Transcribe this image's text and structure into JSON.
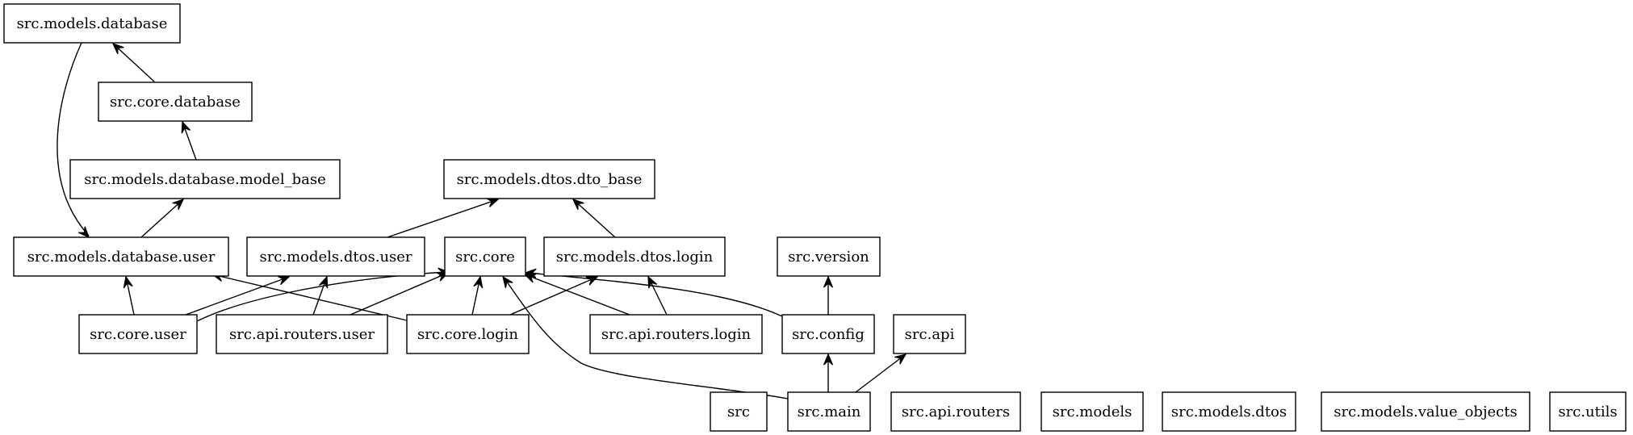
{
  "graph": {
    "nodes": [
      {
        "id": "src.models.database",
        "label": "src.models.database"
      },
      {
        "id": "src.core.database",
        "label": "src.core.database"
      },
      {
        "id": "src.models.database.model_base",
        "label": "src.models.database.model_base"
      },
      {
        "id": "src.models.dtos.dto_base",
        "label": "src.models.dtos.dto_base"
      },
      {
        "id": "src.models.database.user",
        "label": "src.models.database.user"
      },
      {
        "id": "src.models.dtos.user",
        "label": "src.models.dtos.user"
      },
      {
        "id": "src.core",
        "label": "src.core"
      },
      {
        "id": "src.models.dtos.login",
        "label": "src.models.dtos.login"
      },
      {
        "id": "src.version",
        "label": "src.version"
      },
      {
        "id": "src.core.user",
        "label": "src.core.user"
      },
      {
        "id": "src.api.routers.user",
        "label": "src.api.routers.user"
      },
      {
        "id": "src.core.login",
        "label": "src.core.login"
      },
      {
        "id": "src.api.routers.login",
        "label": "src.api.routers.login"
      },
      {
        "id": "src.config",
        "label": "src.config"
      },
      {
        "id": "src.api",
        "label": "src.api"
      },
      {
        "id": "src",
        "label": "src"
      },
      {
        "id": "src.main",
        "label": "src.main"
      },
      {
        "id": "src.api.routers",
        "label": "src.api.routers"
      },
      {
        "id": "src.models",
        "label": "src.models"
      },
      {
        "id": "src.models.dtos",
        "label": "src.models.dtos"
      },
      {
        "id": "src.models.value_objects",
        "label": "src.models.value_objects"
      },
      {
        "id": "src.utils",
        "label": "src.utils"
      }
    ],
    "edges": [
      {
        "from": "src.core.database",
        "to": "src.models.database"
      },
      {
        "from": "src.models.database",
        "to": "src.models.database.user"
      },
      {
        "from": "src.models.database.model_base",
        "to": "src.core.database"
      },
      {
        "from": "src.models.database.user",
        "to": "src.models.database.model_base"
      },
      {
        "from": "src.models.dtos.user",
        "to": "src.models.dtos.dto_base"
      },
      {
        "from": "src.models.dtos.login",
        "to": "src.models.dtos.dto_base"
      },
      {
        "from": "src.core.user",
        "to": "src.models.database.user"
      },
      {
        "from": "src.core.user",
        "to": "src.models.dtos.user"
      },
      {
        "from": "src.core.user",
        "to": "src.core"
      },
      {
        "from": "src.api.routers.user",
        "to": "src.models.dtos.user"
      },
      {
        "from": "src.api.routers.user",
        "to": "src.core"
      },
      {
        "from": "src.core.login",
        "to": "src.models.database.user"
      },
      {
        "from": "src.core.login",
        "to": "src.core"
      },
      {
        "from": "src.core.login",
        "to": "src.models.dtos.login"
      },
      {
        "from": "src.api.routers.login",
        "to": "src.core"
      },
      {
        "from": "src.api.routers.login",
        "to": "src.models.dtos.login"
      },
      {
        "from": "src.config",
        "to": "src.core"
      },
      {
        "from": "src.config",
        "to": "src.version"
      },
      {
        "from": "src.main",
        "to": "src.core"
      },
      {
        "from": "src.main",
        "to": "src.config"
      },
      {
        "from": "src.main",
        "to": "src.api"
      }
    ]
  }
}
